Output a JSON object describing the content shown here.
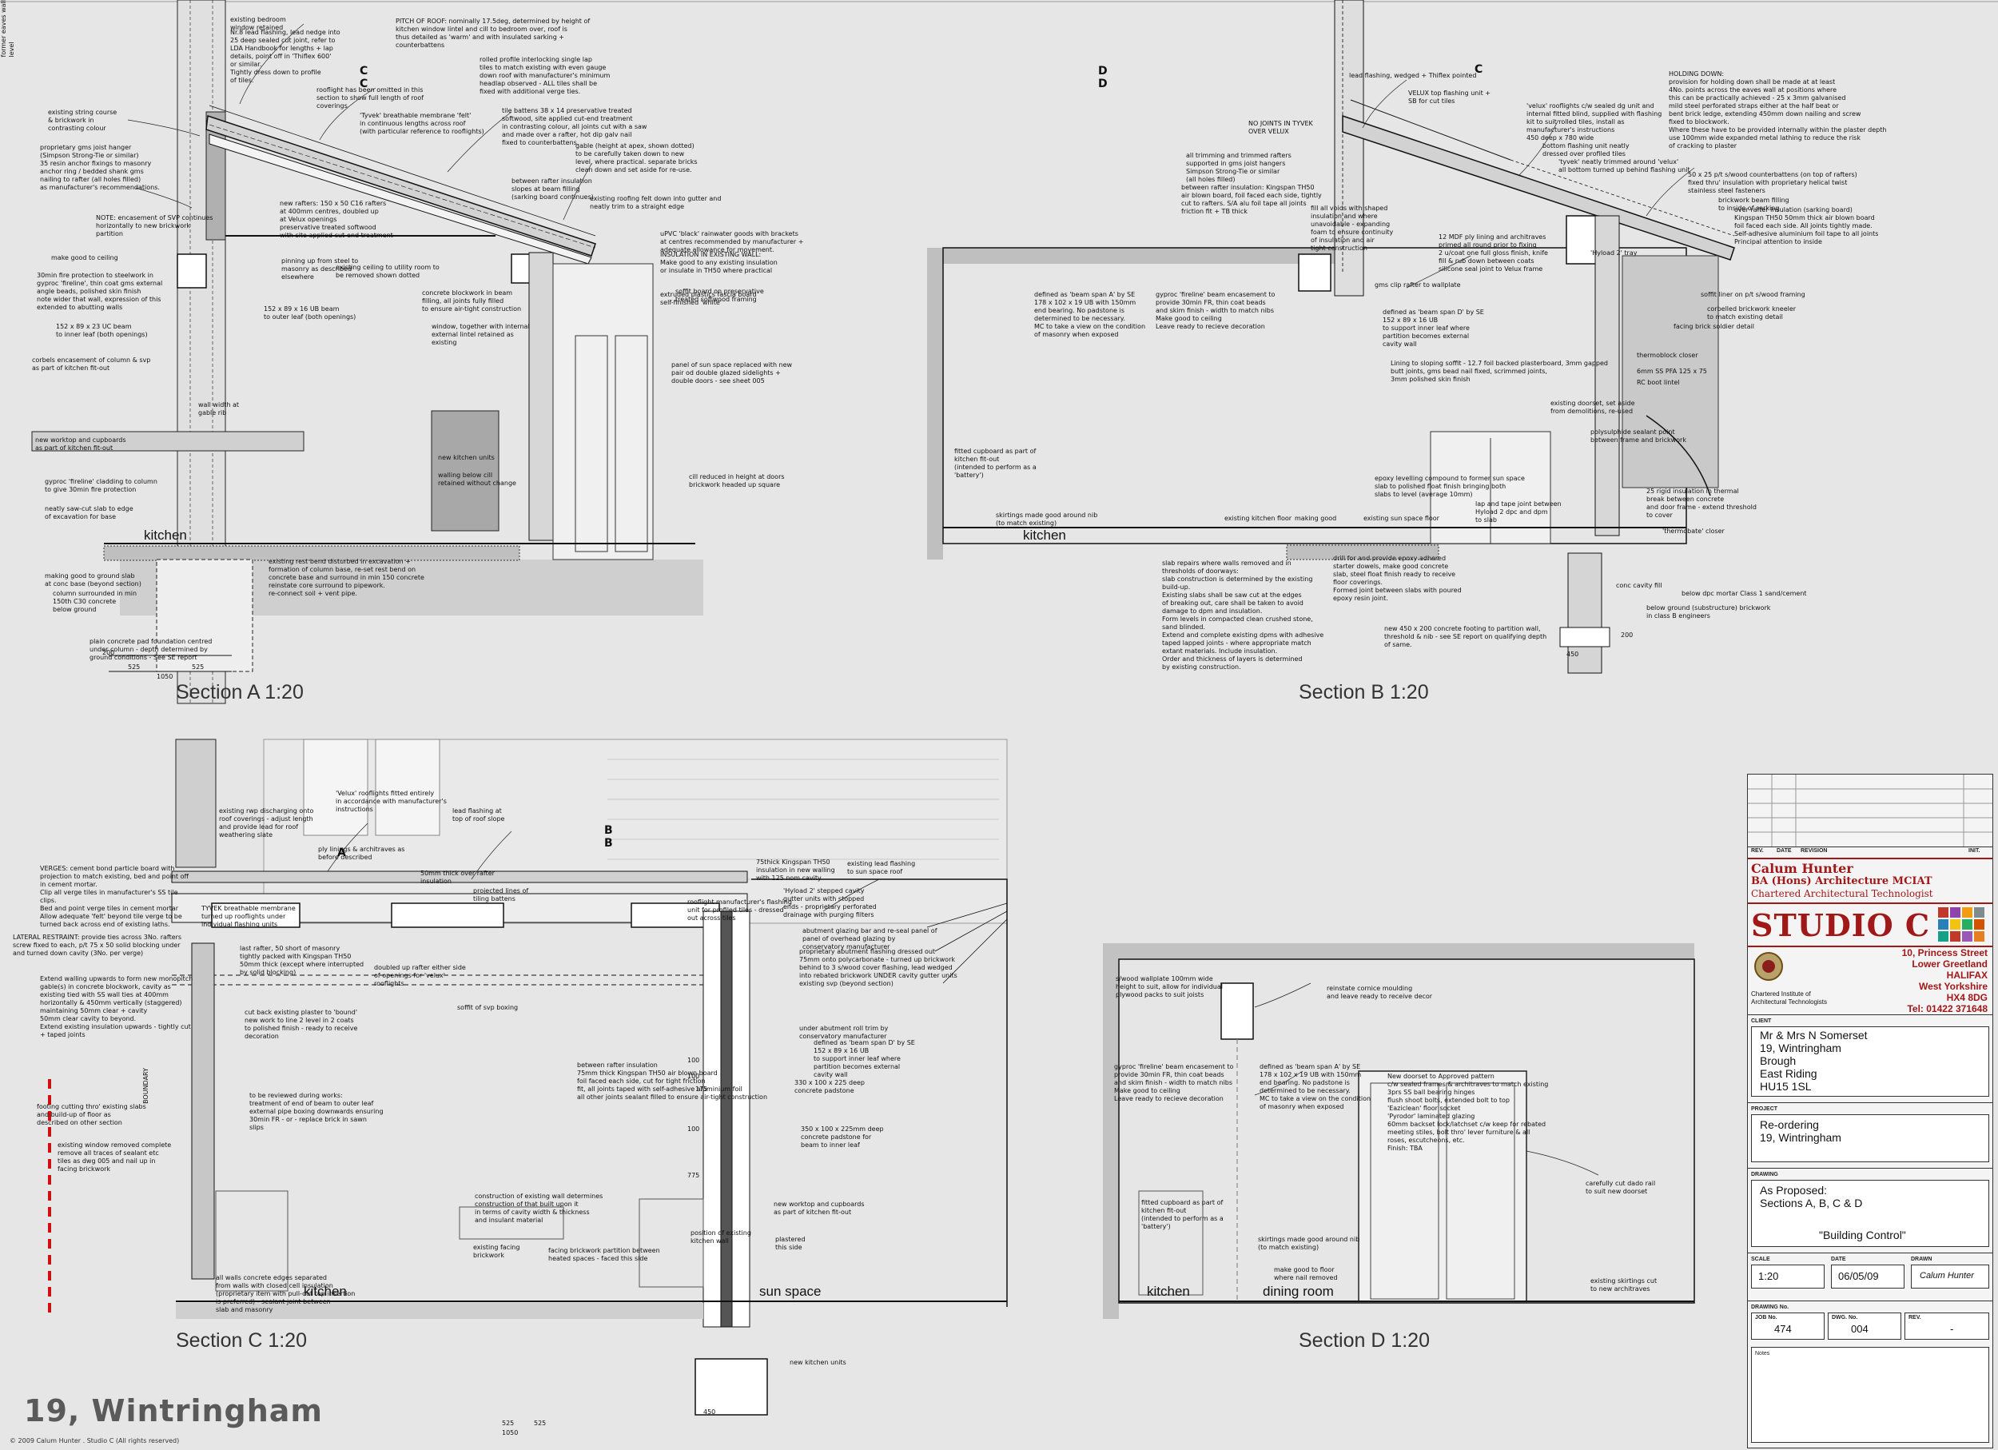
{
  "sheet": {
    "title": "19, Wintringham",
    "copyright": "© 2009 Calum Hunter . Studio C (All rights reserved)"
  },
  "sections": [
    {
      "key": "a",
      "title": "Section A 1:20",
      "rooms": [
        "kitchen"
      ]
    },
    {
      "key": "b",
      "title": "Section B 1:20",
      "rooms": [
        "kitchen"
      ]
    },
    {
      "key": "c",
      "title": "Section C 1:20",
      "rooms": [
        "kitchen",
        "sun space"
      ]
    },
    {
      "key": "d",
      "title": "Section D 1:20",
      "rooms": [
        "kitchen",
        "dining room"
      ]
    }
  ],
  "section_markers": [
    "C",
    "C",
    "D",
    "D",
    "C",
    "A",
    "B",
    "B"
  ],
  "annotations_a": [
    "existing bedroom\nwindow retained",
    "Nr.8 lead flashing, lead nedge into\n25 deep sealed cut joint, refer to\nLDA Handbook for lengths + lap\ndetails, point off in 'Thiflex 600'\nor similar.\nTightly dress down to profile\nof tiles.",
    "PITCH OF ROOF: nominally 17.5deg, determined by height of\nkitchen window lintel and cill to bedroom over, roof is\nthus detailed as 'warm' and with insulated sarking +\ncounterbattens",
    "rolled profile interlocking single lap\ntiles to match existing with even gauge\ndown roof with manufacturer's minimum\nheadlap observed - ALL tiles shall be\nfixed with additional verge ties.",
    "rooflight has been omitted in this\nsection to show full length of roof\ncoverings",
    "'Tyvek' breathable membrane 'felt'\nin continuous lengths across roof\n(with particular reference to rooflights)",
    "existing string course\n& brickwork in\ncontrasting colour",
    "proprietary gms joist hanger\n(Simpson Strong-Tie or similar)\n35 resin anchor fixings to masonry\nanchor ring / bedded shank gms\nnailing to rafter (all holes filled)\nas manufacturer's recommendations.",
    "tile battens 38 x 14 preservative treated\nsoftwood, site applied cut-end treatment\nin contrasting colour, all joints cut with a saw\nand made over a rafter, hot dip galv nail\nfixed to counterbattens.",
    "gable (height at apex, shown dotted)\nto be carefully taken down to new\nlevel, where practical. separate bricks\nclean down and set aside for re-use.",
    "new rafters: 150 x 50 C16 rafters\nat 400mm centres, doubled up\nat Velux openings\npreservative treated softwood\nwith site applied cut-end treatment",
    "between rafter insulation\nslopes at beam filling\n(sarking board continues)",
    "existing roofing felt down into gutter and\nneatly trim to a straight edge",
    "NOTE: encasement of SVP continues\nhorizontally to new brickwork\npartition",
    "uPVC 'black' rainwater goods with brackets\nat centres recommended by manufacturer +\nadequate allowance for movement.",
    "INSULATION IN EXISTING WALL:\nMake good to any existing insulation\nor insulate in TH50 where practical",
    "pinning up from steel to\nmasonry as described\nelsewhere",
    "existing ceiling to utility room to\nbe removed shown dotted",
    "make good to ceiling",
    "30min fire protection to steelwork in\ngyproc 'fireline', thin coat gms external\nangle beads, polished skin finish\nnote wider that wall, expression of this\nextended to abutting walls",
    "152 x 89 x 16 UB beam\nto outer leaf (both openings)",
    "concrete blockwork in beam\nfilling, all joints fully filled\nto ensure air-tight construction",
    "soffit board on preservative\ntreated softwood framing",
    "extruded plastics fascia board\nself-finished 'white'",
    "152 x 89 x 23 UC beam\nto inner leaf (both openings)",
    "window, together with internal\nexternal lintel retained as\nexisting",
    "corbels encasement of column & svp\nas part of kitchen fit-out",
    "panel of sun space replaced with new\npair od double glazed sidelights +\ndouble doors - see sheet 005",
    "wall width at\ngable rib",
    "new worktop and cupboards\nas part of kitchen fit-out",
    "new kitchen units",
    "walling below cill\nretained without change",
    "cill reduced in height at doors\nbrickwork headed up square",
    "gyproc 'fireline' cladding to column\nto give 30min fire protection",
    "neatly saw-cut slab to edge\nof excavation for base",
    "existing rest bend disturbed in excavation +\nformation of column base, re-set rest bend on\nconcrete base and surround in min 150 concrete\nreinstate core surround to pipework.\nre-connect soil + vent pipe.",
    "making good to ground slab\nat conc base (beyond section)",
    "column surrounded in min\n150th C30 concrete\nbelow ground",
    "plain concrete pad foundation centred\nunder column - depth determined by\nground conditions - See SE report"
  ],
  "annotations_b": [
    "lead flashing, wedged + Thiflex pointed",
    "NO JOINTS IN TYVEK\nOVER VELUX",
    "VELUX top flashing unit +\nSB for cut tiles",
    "'velux' rooflights c/w sealed dg unit and\ninternal fitted blind, supplied with flashing\nkit to suit rolled tiles, install as\nmanufacturer's instructions\n450 deep x 780 wide",
    "HOLDING DOWN:\nprovision for holding down shall be made at at least\n4No. points across the eaves wall at positions where\nthis can be practically achieved - 25 x 3mm galvanised\nmild steel perforated straps either at the half beat or\nbent brick ledge, extending 450mm down nailing and screw\nfixed to blockwork.\nWhere these have to be provided internally within the plaster depth\nuse 100mm wide expanded metal lathing to reduce the risk\nof cracking to plaster",
    "all trimming and trimmed rafters\nsupported in gms joist hangers\nSimpson Strong-Tie or similar\n(all holes filled)",
    "bottom flashing unit neatly\ndressed over profiled tiles",
    "'tyvek' neatly trimmed around 'velux'\nall bottom turned up behind flashing unit",
    "50 x 25 p/t s/wood counterbattens (on top of rafters)\nfixed thru' insulation with proprietary helical twist\nstainless steel fasteners",
    "between rafter insulation: Kingspan TH50\nair blown board, foil faced each side, tightly\ncut to rafters. S/A alu foil tape all joints\nfriction fit + TB thick",
    "brickwork beam filling\nto inside of sarking",
    "over rafter insulation (sarking board)\nKingspan TH50 50mm thick air blown board\nfoil faced each side. All joints tightly made.\nSelf-adhesive aluminium foil tape to all joints\nPrincipal attention to inside",
    "fill all voids with shaped\ninsulation and where\nunavoidable - expanding\nfoam to ensure continuity\nof insulation and air\ntight construction",
    "12 MDF ply lining and architraves\nprimed all round prior to fixing\n2 u/coat one full gloss finish, knife\nfill & rub down between coats\nsilicone seal joint to Velux frame",
    "'Hyload 2' tray",
    "soffit liner on p/t s/wood framing",
    "gms clip rafter to wallplate",
    "corbelled brickwork kneeler\nto match existing detail",
    "defined as 'beam span A' by SE\n178 x 102 x 19 UB with 150mm\nend bearing. No padstone is\ndetermined to be necessary.\nMC to take a view on the condition\nof masonry when exposed",
    "gyproc 'fireline' beam encasement to\nprovide 30min FR, thin coat beads\nand skim finish - width to match nibs\nMake good to ceiling\nLeave ready to recieve decoration",
    "defined as 'beam span D' by SE\n152 x 89 x 16 UB\nto support inner leaf where\npartition becomes external\ncavity wall",
    "facing brick soldier detail",
    "Lining to sloping soffit - 12.7 foil backed plasterboard, 3mm gapped\nbutt joints, gms bead nail fixed, scrimmed joints,\n3mm polished skin finish",
    "thermoblock closer",
    "6mm SS PFA 125 x 75",
    "RC boot lintel",
    "existing doorset, set aside\nfrom demolitions, re-used",
    "polysulphide sealant point\nbetween frame and brickwork",
    "fitted cupboard as part of\nkitchen fit-out\n(intended to perform as a\n'battery')",
    "epoxy levelling compound to former sun space\nslab to polished float finish bringing both\nslabs to level (average 10mm)",
    "lap and tape joint between\nHyload 2 dpc and dpm\nto slab",
    "25 rigid insulation in thermal\nbreak between concrete\nand door frame - extend threshold\nto cover",
    "skirtings made good around nib\n(to match existing)",
    "existing kitchen floor",
    "making good",
    "existing sun space floor",
    "'thermobate' closer",
    "slab repairs where walls removed and in\nthresholds of doorways:\nslab construction is determined by the existing\nbuild-up.\nExisting slabs shall be saw cut at the edges\nof breaking out, care shall be taken to avoid\ndamage to dpm and insulation.\nForm levels in compacted clean crushed stone,\nsand blinded.\nExtend and complete existing dpms with adhesive\ntaped lapped joints - where appropriate match\nextant materials. Include insulation.\nOrder and thickness of layers is determined\nby existing construction.",
    "drill for and provide epoxy adhered\nstarter dowels, make good concrete\nslab, steel float finish ready to receive\nfloor coverings.\nFormed joint between slabs with poured\nepoxy resin joint.",
    "conc cavity fill",
    "below dpc mortar Class 1 sand/cement",
    "below ground (substructure) brickwork\nin class B engineers",
    "new 450 x 200 concrete footing to partition wall,\nthreshold & nib - see SE report on qualifying depth\nof same."
  ],
  "annotations_c": [
    "'Velux' rooflights fitted entirely\nin accordance with manufacturer's\ninstructions",
    "existing rwp discharging onto\nroof coverings - adjust length\nand provide lead for roof\nweathering slate",
    "lead flashing at\ntop of roof slope",
    "ply linings & architraves as\nbefore described",
    "50mm thick over rafter\ninsulation",
    "projected lines of\ntiling battens",
    "75thick Kingspan TH50\ninsulation in new walling\nwith 125 nom cavity",
    "existing lead flashing\nto sun space roof",
    "VERGES: cement bond particle board with\nprojection to match existing, bed and point off\nin cement mortar.\nClip all verge tiles in manufacturer's SS tile\nclips.\nBed and point verge tiles in cement mortar\nAllow adequate 'felt' beyond tile verge to be\nturned back across end of existing laths.",
    "TYVEK breathable membrane\nturned up rooflights under\nindividual flashing units",
    "rooflight manufacturer's flashing\nunit for profiled tiles - dressed\nout across tiles",
    "'Hyload 2' stepped cavity\ngutter units with stopped\nends - proprietary perforated\ndrainage with purging filters",
    "LATERAL RESTRAINT: provide ties across 3No. rafters\nscrew fixed to each, p/t 75 x 50 solid blocking under\nand turned down cavity (3No. per verge)",
    "last rafter, 50 short of masonry\ntightly packed with Kingspan TH50\n50mm thick (except where interrupted\nby solid blocking)",
    "abutment glazing bar and re-seal panel of\npanel of overhead glazing by\nconservatory manufacturer",
    "proprietary abutment flashing dressed out\n75mm onto polycarbonate - turned up brickwork\nbehind to 3 s/wood cover flashing, lead wedged\ninto rebated brickwork UNDER cavity gutter units",
    "existing svp (beyond section)",
    "Extend walling upwards to form new monopitch\ngable(s) in concrete blockwork, cavity as\nexisting tied with SS wall ties at 400mm\nhorizontally & 450mm vertically (staggered)\nmaintaining 50mm clear + cavity\n50mm clear cavity to beyond.\nExtend existing insulation upwards - tightly cut\n+ taped joints",
    "doubled up rafter either side\nof openings for 'velux'\nrooflights",
    "soffit of svp boxing",
    "under abutment roll trim by\nconservatory manufacturer",
    "cut back existing plaster to 'bound'\nnew work to line 2 level in 2 coats\nto polished finish - ready to receive\ndecoration",
    "between rafter insulation\n75mm thick Kingspan TH50 air blown board\nfoil faced each side, cut for tight friction\nfit, all joints taped with self-adhesive aluminium foil\nall other joints sealant filled to ensure air-tight construction",
    "defined as 'beam span D' by SE\n152 x 89 x 16 UB\nto support inner leaf where\npartition becomes external\ncavity wall",
    "to be reviewed during works:\ntreatment of end of beam to outer leaf\nexternal pipe boxing downwards ensuring\n30min FR - or - replace brick in sawn\nslips",
    "330 x 100 x 225 deep\nconcrete padstone",
    "350 x 100 x 225mm deep\nconcrete padstone for\nbeam to inner leaf",
    "existing window removed complete\nremove all traces of sealant etc\ntiles as dwg 005 and nail up in\nfacing brickwork",
    "construction of existing wall determines\nconstruction of that built upon it\nin terms of cavity width & thickness\nand insulant material",
    "new worktop and cupboards\nas part of kitchen fit-out",
    "existing facing\nbrickwork",
    "position of existing\nkitchen wall",
    "plastered\nthis side",
    "facing brickwork partition between\nheated spaces - faced this side",
    "all walls concrete edges separated\nfrom walls with closed cell insulation\n(proprietary item with pull-out top insertion\nis preferred) - sealant joint between\nslab and masonry",
    "new kitchen units",
    "footing cutting thro' existing slabs\nand build-up of floor as\ndescribed on other section",
    "BOUNDARY",
    "former eaves wall\nlevel"
  ],
  "annotations_d": [
    "s/wood wallplate 100mm wide\nheight to suit, allow for individual\nplywood packs to suit joists",
    "reinstate cornice moulding\nand leave ready to receive decor",
    "gyproc 'fireline' beam encasement to\nprovide 30min FR, thin coat beads\nand skim finish - width to match nibs\nMake good to ceiling\nLeave ready to recieve decoration",
    "defined as 'beam span A' by SE\n178 x 102 x 19 UB with 150mm\nend bearing. No padstone is\ndetermined to be necessary.\nMC to take a view on the condition\nof masonry when exposed",
    "New doorset to Approved pattern\nc/w sealed frames & architraves to match existing\n3prs SS ball bearing hinges\nflush shoot bolts, extended bolt to top\n'Eaziclean' floor socket\n'Pyrodor' laminated glazing\n60mm backset lock/latchset c/w keep for rebated\nmeeting stiles, bolt thro' lever furniture & all\nroses, escutcheons, etc.\nFinish: TBA",
    "fitted cupboard as part of\nkitchen fit-out\n(intended to perform as a\n'battery')",
    "carefully cut dado rail\nto suit new doorset",
    "skirtings made good around nib\n(to match existing)",
    "make good to floor\nwhere nail removed",
    "existing skirtings cut\nto new architraves"
  ],
  "dimensions": {
    "a": [
      "200",
      "525",
      "525",
      "1050"
    ],
    "b": [
      "200",
      "450"
    ],
    "c": [
      "450",
      "525",
      "525",
      "1050",
      "100",
      "100",
      "175",
      "100",
      "775"
    ]
  },
  "title_block": {
    "revision_headers": [
      "REV.",
      "DATE",
      "REVISION",
      "INIT."
    ],
    "firm_name": "Calum Hunter",
    "firm_line2": "BA (Hons) Architecture MCIAT",
    "firm_line3": "Chartered Architectural Technologist",
    "studio": "STUDIO C",
    "address": "10, Princess Street\nLower Greetland\nHALIFAX\nWest Yorkshire\nHX4 8DG\nTel: 01422 371648",
    "ciat": "Chartered Institute of\nArchitectural Technologists",
    "client_label": "CLIENT",
    "client": "Mr & Mrs N Somerset\n19, Wintringham\nBrough\nEast Riding\nHU15 1SL",
    "project_label": "PROJECT",
    "project": "Re-ordering\n19, Wintringham",
    "drawing_label": "DRAWING",
    "drawing": "As Proposed:\nSections A, B, C & D",
    "drawing_note": "\"Building Control\"",
    "scale_label": "SCALE",
    "scale": "1:20",
    "date_label": "DATE",
    "date": "06/05/09",
    "drawn_label": "DRAWN",
    "drawn": "Calum Hunter",
    "drawing_no_label": "DRAWING No.",
    "job_label": "JOB No.",
    "job": "474",
    "dwg_label": "DWG. No.",
    "dwg": "004",
    "rev_label": "REV.",
    "rev": "-",
    "notes_label": "Notes"
  },
  "colors": {
    "background": "#e6e6e6",
    "wall_shade": "#bdbdbd",
    "ink": "#111111",
    "boundary": "#cc1111",
    "studio_red": "#a01818"
  }
}
